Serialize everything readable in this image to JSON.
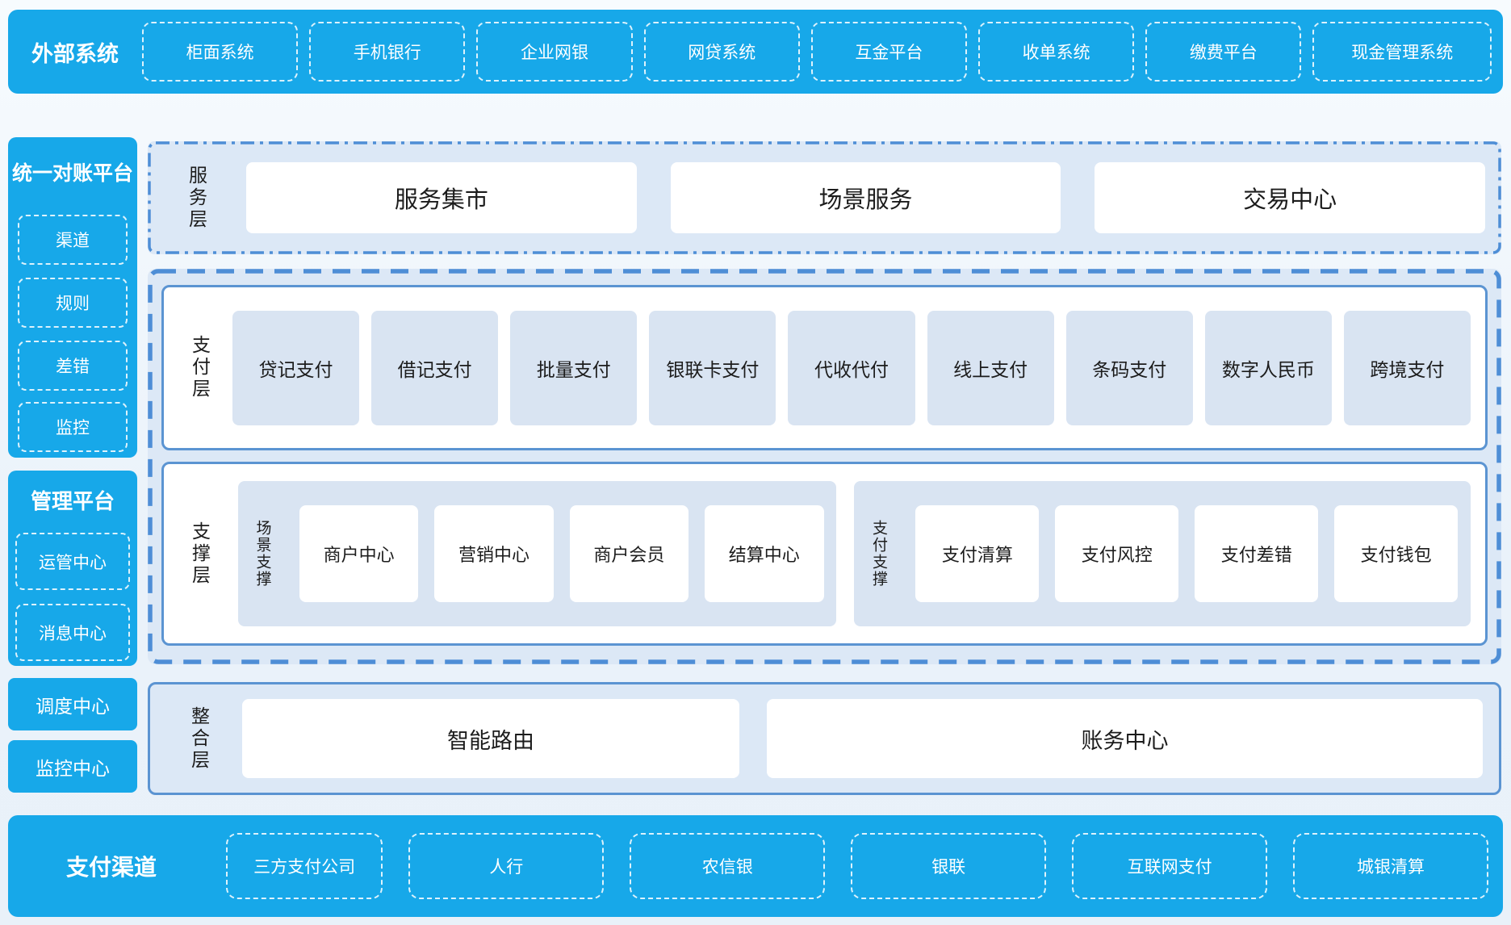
{
  "colors": {
    "bright_blue": "#17a8e9",
    "panel_blue": "#dce8f6",
    "item_blue": "#d9e4f2",
    "border_blue": "#5b94d2",
    "dash_border_blue": "#4e8ed6",
    "text_dark": "#1c1c1c",
    "text_white": "#ffffff"
  },
  "top_bar": {
    "label": "外部系统",
    "items": [
      "柜面系统",
      "手机银行",
      "企业网银",
      "网贷系统",
      "互金平台",
      "收单系统",
      "缴费平台",
      "现金管理系统"
    ]
  },
  "sidebar": {
    "recon": {
      "title": "统一对账平台",
      "items": [
        "渠道",
        "规则",
        "差错",
        "监控"
      ]
    },
    "mgmt": {
      "title": "管理平台",
      "items": [
        "运管中心",
        "消息中心"
      ]
    },
    "dispatch": "调度中心",
    "monitor": "监控中心"
  },
  "service_layer": {
    "label": "服务层",
    "items": [
      "服务集市",
      "场景服务",
      "交易中心"
    ]
  },
  "payment_layer": {
    "label": "支付层",
    "items": [
      "贷记支付",
      "借记支付",
      "批量支付",
      "银联卡支付",
      "代收代付",
      "线上支付",
      "条码支付",
      "数字人民币",
      "跨境支付"
    ]
  },
  "support_layer": {
    "label": "支撑层",
    "groups": [
      {
        "label": "场景支撑",
        "items": [
          "商户中心",
          "营销中心",
          "商户会员",
          "结算中心"
        ]
      },
      {
        "label": "支付支撑",
        "items": [
          "支付清算",
          "支付风控",
          "支付差错",
          "支付钱包"
        ]
      }
    ]
  },
  "integration_layer": {
    "label": "整合层",
    "items": [
      "智能路由",
      "账务中心"
    ]
  },
  "bottom_bar": {
    "label": "支付渠道",
    "items": [
      "三方支付公司",
      "人行",
      "农信银",
      "银联",
      "互联网支付",
      "城银清算"
    ]
  }
}
